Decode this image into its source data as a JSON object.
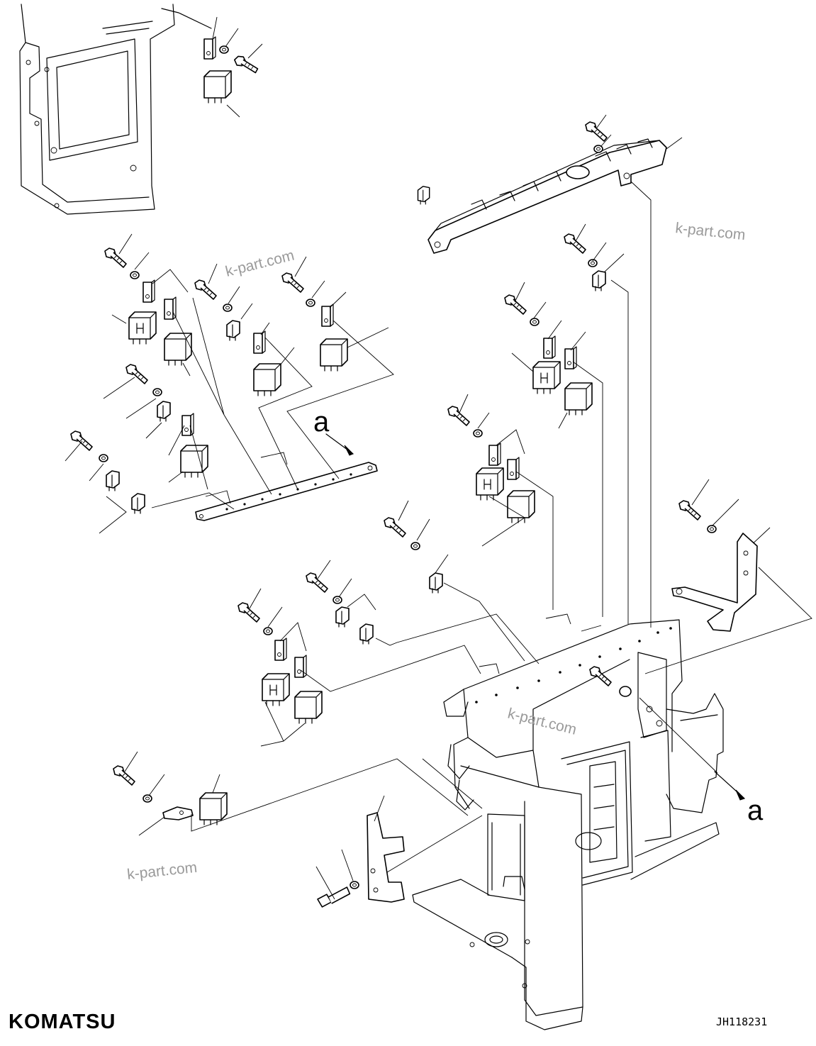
{
  "labels": {
    "arrow_a_1": "a",
    "arrow_a_2": "a"
  },
  "watermarks": [
    "k-part.com",
    "k-part.com",
    "k-part.com",
    "k-part.com"
  ],
  "brand": "KOMATSU",
  "drawing_code": "JH118231"
}
